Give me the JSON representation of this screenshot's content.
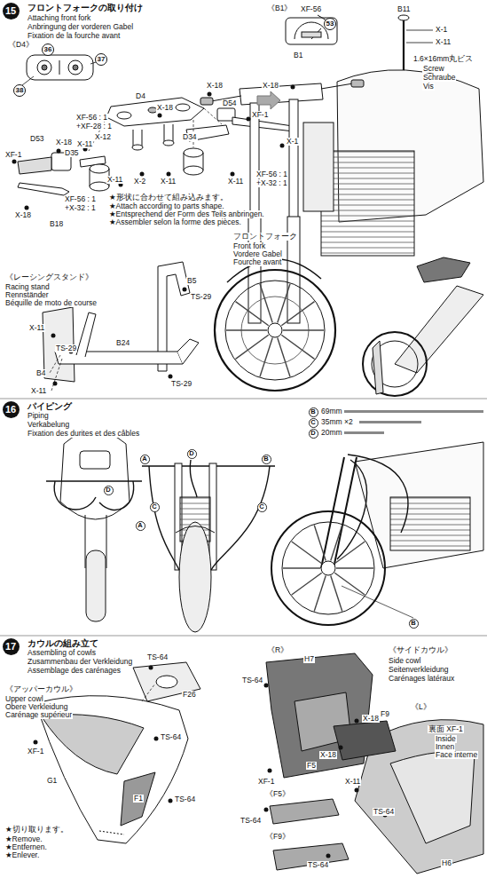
{
  "diagram": {
    "nodes": [
      {
        "text": [
          "15"
        ]
      },
      {
        "text": [
          "53"
        ]
      },
      {
        "text": [
          "36"
        ]
      },
      {
        "text": [
          "37"
        ]
      },
      {
        "text": [
          "38"
        ]
      },
      {
        "text": [
          "16"
        ]
      },
      {
        "text": [
          "B"
        ]
      },
      {
        "text": [
          "C"
        ]
      },
      {
        "text": [
          "D"
        ]
      },
      {
        "text": [
          "A"
        ]
      },
      {
        "text": [
          "D"
        ]
      },
      {
        "text": [
          "B"
        ]
      },
      {
        "text": [
          "D"
        ]
      },
      {
        "text": [
          "C"
        ]
      },
      {
        "text": [
          "C"
        ]
      },
      {
        "text": [
          "A"
        ]
      },
      {
        "text": [
          "B"
        ]
      },
      {
        "text": [
          "17"
        ]
      }
    ],
    "labels": [
      "フロントフォークの取り付け",
      "Attaching front fork",
      "Anbringung der vorderen Gabel",
      "Fixation de la fourche avant",
      "《B1》",
      "XF-56",
      "B11",
      "X-1",
      "X-11",
      "B1",
      "1.6×16mm丸ビス",
      "Screw",
      "Schraube",
      "Vis",
      "X-18",
      "《D4》",
      "D4",
      "X-18",
      "X-18",
      "D54",
      "XF-1",
      "XF-56 : 1",
      "+XF-28 : 1",
      "X-12",
      "D34",
      "X-1",
      "X-11",
      "D53",
      "X-18",
      "D35",
      "XF-1",
      "XF-56 : 1",
      "+X-32 : 1",
      "X-11",
      "X-2",
      "X-11",
      "X-11",
      "XF-56 : 1",
      "+X-32 : 1",
      "★形状に合わせて組み込みます。",
      "★Attach according to parts shape.",
      "★Entsprechend der Form des Teils anbringen.",
      "★Assembler selon la forme des pièces.",
      "X-18",
      "B18",
      "フロントフォーク",
      "Front fork",
      "Vordere Gabel",
      "Fourche avant",
      "《レーシングスタンド》",
      "Racing stand",
      "Rennständer",
      "Béquille de moto de course",
      "B5",
      "TS-29",
      "X-11",
      "TS-29",
      "B4",
      "B24",
      "X-11",
      "TS-29",
      "パイピング",
      "Piping",
      "Verkabelung",
      "Fixation des durites et des câbles",
      "69mm",
      "35mm ×2",
      "20mm",
      "カウルの組み立て",
      "Assembling of cowls",
      "Zusammenbau der Verkleidung",
      "Assemblage des carénages",
      "《アッパーカウル》",
      "Upper cowl",
      "Obere Verkleidung",
      "Carénage supérieur",
      "TS-64",
      "F26",
      "XF-1",
      "TS-64",
      "G1",
      "F1",
      "TS-64",
      "★切り取ります。",
      "★Remove.",
      "★Entfernen.",
      "★Enlever.",
      "《R》",
      "H7",
      "TS-64",
      "X-18",
      "F5",
      "XF-1",
      "《F5》",
      "TS-64",
      "《F9》",
      "TS-64",
      "《サイドカウル》",
      "Side cowl",
      "Seitenverkleidung",
      "Carénages latéraux",
      "《L》",
      "F9",
      "裏面 XF-1",
      "Inside",
      "Innen",
      "Face interne",
      "X-18",
      "X-11",
      "TS-64",
      "H6"
    ]
  }
}
